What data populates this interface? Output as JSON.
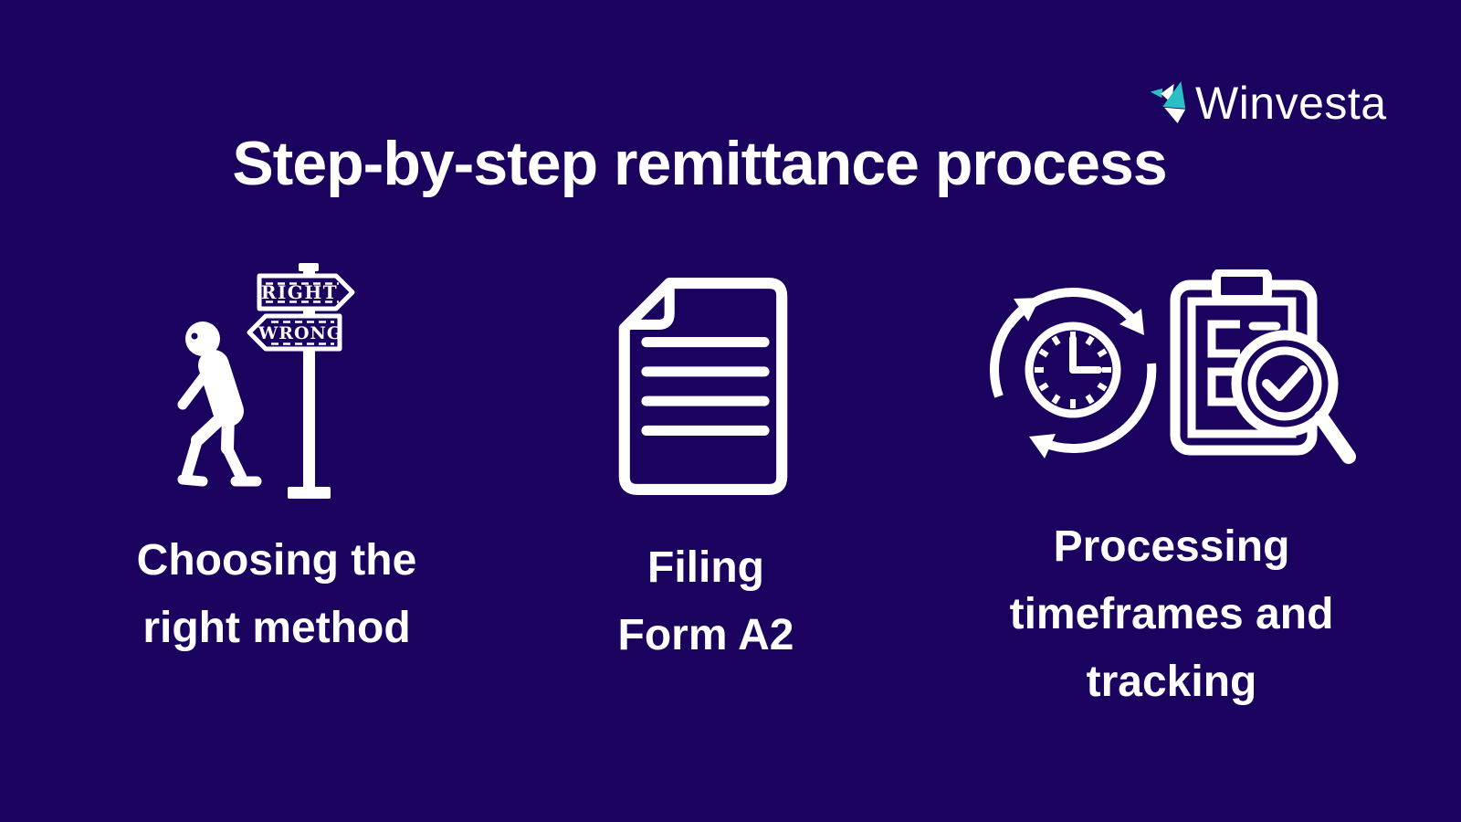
{
  "colors": {
    "background": "#1B025E",
    "accent_teal": "#2BBEC6",
    "text": "#FFFFFF"
  },
  "logo": {
    "brand_name": "Winvesta",
    "icon": "origami-bird-icon"
  },
  "title": "Step-by-step remittance process",
  "steps": [
    {
      "id": "choosing-method",
      "icon": "walking-person-signpost-icon",
      "signpost": {
        "right_label": "RIGHT",
        "wrong_label": "WRONG"
      },
      "label_lines": [
        "Choosing the",
        "right method"
      ]
    },
    {
      "id": "filing-form-a2",
      "icon": "document-form-icon",
      "label_lines": [
        "Filing",
        "Form A2"
      ]
    },
    {
      "id": "processing-tracking",
      "icon": "clock-cycle-clipboard-magnifier-icon",
      "label_lines": [
        "Processing",
        "timeframes and",
        "tracking"
      ]
    }
  ]
}
